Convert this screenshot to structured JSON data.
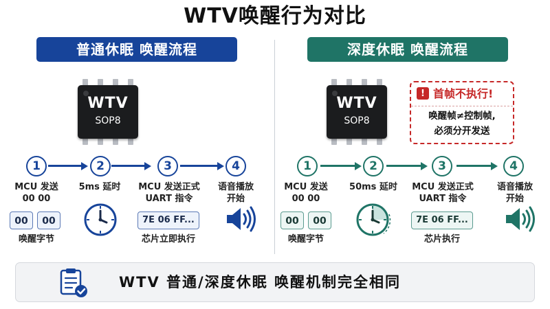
{
  "title": "WTV唤醒行为对比",
  "left": {
    "header": "普通休眠 唤醒流程",
    "chip": {
      "name": "WTV",
      "model": "SOP8"
    },
    "steps": [
      {
        "num": "1",
        "label1": "MCU 发送",
        "label2": "00 00"
      },
      {
        "num": "2",
        "label1": "5ms 延时",
        "label2": ""
      },
      {
        "num": "3",
        "label1": "MCU 发送正式",
        "label2": "UART 指令"
      },
      {
        "num": "4",
        "label1": "语音播放",
        "label2": "开始"
      }
    ],
    "bytes": [
      "00",
      "00"
    ],
    "bytes_caption": "唤醒字节",
    "command": "7E 06 FF...",
    "command_caption": "芯片立即执行"
  },
  "right": {
    "header": "深度休眠 唤醒流程",
    "chip": {
      "name": "WTV",
      "model": "SOP8"
    },
    "warning": {
      "title": "首帧不执行!",
      "line1": "唤醒帧≠控制帧,",
      "line2": "必须分开发送"
    },
    "steps": [
      {
        "num": "1",
        "label1": "MCU 发送",
        "label2": "00 00"
      },
      {
        "num": "2",
        "label1": "50ms 延时",
        "label2": ""
      },
      {
        "num": "3",
        "label1": "MCU 发送正式",
        "label2": "UART 指令"
      },
      {
        "num": "4",
        "label1": "语音播放",
        "label2": "开始"
      }
    ],
    "bytes": [
      "00",
      "00"
    ],
    "bytes_caption": "唤醒字节",
    "command": "7E 06 FF...",
    "command_caption": "芯片执行"
  },
  "footer": "WTV 普通/深度休眠 唤醒机制完全相同",
  "icons": {
    "chip": "ic-chip-icon",
    "clock": "clock-icon",
    "speaker": "speaker-icon",
    "warning": "warning-icon",
    "checklist": "checklist-icon"
  },
  "colors": {
    "left_accent": "#17449a",
    "right_accent": "#1f7466",
    "warning": "#c62828"
  }
}
